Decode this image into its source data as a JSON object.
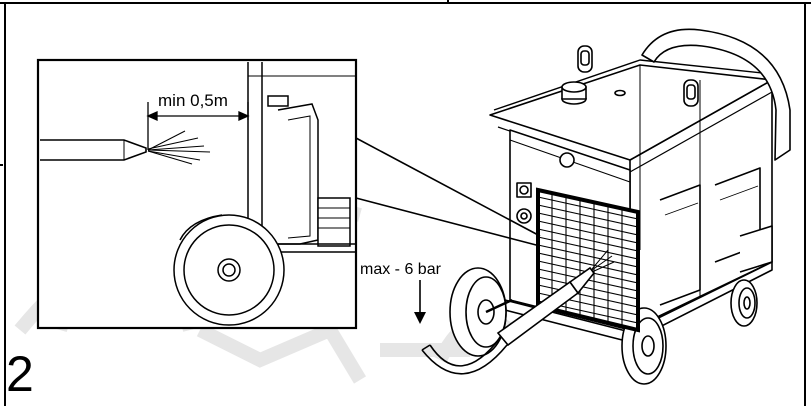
{
  "figure": {
    "step_number": "2",
    "inset": {
      "distance_label": "min 0,5m"
    },
    "pressure_label": "max - 6 bar"
  },
  "colors": {
    "line": "#000000",
    "watermark": "#e7e7e7",
    "background": "#ffffff"
  },
  "icons": [
    "air-gun-icon",
    "wheel-icon",
    "air-hose-icon",
    "arrow-down-icon",
    "lifting-eye-icon"
  ]
}
